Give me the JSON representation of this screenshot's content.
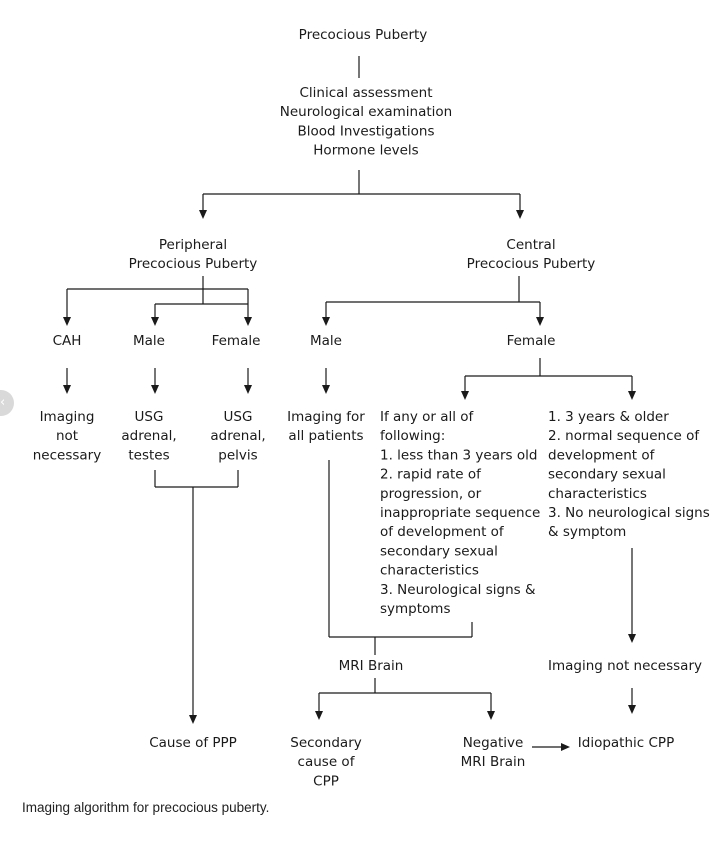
{
  "diagram": {
    "nodes": {
      "root": [
        "Precocious Puberty"
      ],
      "assessment": [
        "Clinical assessment",
        "Neurological examination",
        "Blood Investigations",
        "Hormone levels"
      ],
      "peripheral": [
        "Peripheral",
        "Precocious Puberty"
      ],
      "central": [
        "Central",
        "Precocious Puberty"
      ],
      "cah": [
        "CAH"
      ],
      "p_male": [
        "Male"
      ],
      "p_female": [
        "Female"
      ],
      "c_male": [
        "Male"
      ],
      "c_female": [
        "Female"
      ],
      "cah_img": [
        "Imaging",
        "not",
        "necessary"
      ],
      "pm_usg": [
        "USG",
        "adrenal,",
        "testes"
      ],
      "pf_usg": [
        "USG",
        "adrenal,",
        "pelvis"
      ],
      "cm_img": [
        "Imaging for",
        "all patients"
      ],
      "cf_any": [
        "If any or all of",
        "following:",
        "1. less than 3 years old",
        "2. rapid rate of",
        "progression, or",
        "inappropriate sequence",
        "of development of",
        "secondary sexual",
        "characteristics",
        "3. Neurological signs &",
        "symptoms"
      ],
      "cf_older": [
        "1. 3 years & older",
        "2. normal sequence of",
        "development of",
        "secondary sexual",
        "characteristics",
        "3. No neurological signs",
        "& symptom"
      ],
      "ppp": [
        "Cause of PPP"
      ],
      "mri": [
        "MRI Brain"
      ],
      "img_nn": [
        "Imaging not necessary"
      ],
      "secondary": [
        "Secondary",
        "cause of",
        "CPP"
      ],
      "negative": [
        "Negative",
        "MRI Brain"
      ],
      "idiopathic": [
        "Idiopathic CPP"
      ]
    }
  },
  "caption": "Imaging algorithm for precocious puberty."
}
